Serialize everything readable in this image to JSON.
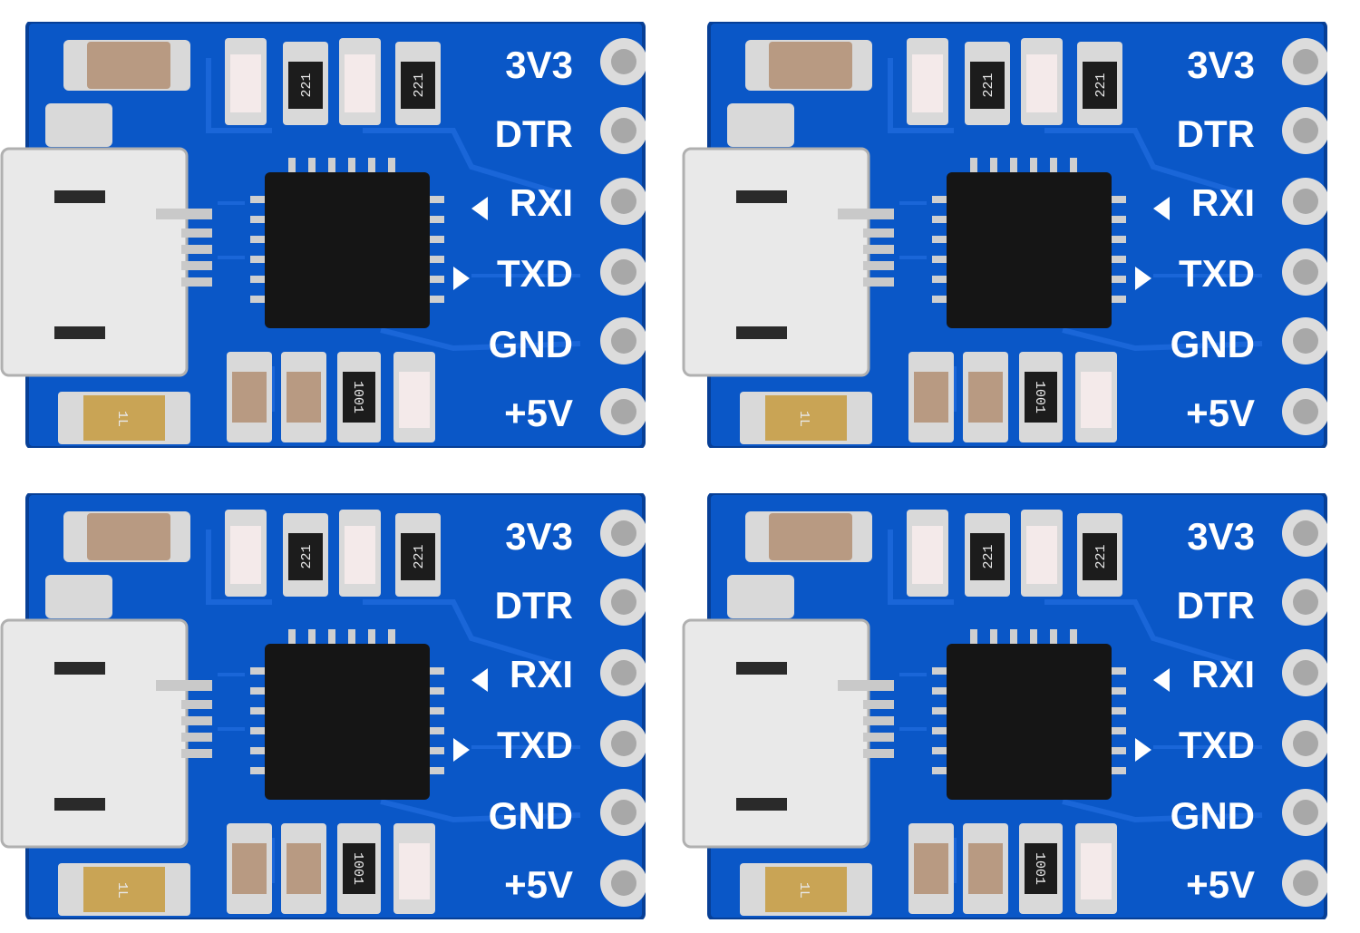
{
  "pin_labels": [
    "3V3",
    "DTR",
    "RXI",
    "TXD",
    "GND",
    "+5V"
  ],
  "resistor_codes": {
    "top": "221",
    "bottom": "1001"
  },
  "inductor_code": "1L",
  "colors": {
    "pcb": "#0a57c7",
    "pcb_edge": "#073f96",
    "trace": "#1a66d8",
    "silkscreen": "#ffffff",
    "chip": "#151515",
    "pad": "#d9d9d9",
    "usb_shell": "#e9e9e9",
    "capacitor": "#b89a82",
    "inductor": "#c9a455"
  },
  "boards": [
    {
      "id": "board-top-left"
    },
    {
      "id": "board-top-right"
    },
    {
      "id": "board-bottom-left"
    },
    {
      "id": "board-bottom-right"
    }
  ]
}
